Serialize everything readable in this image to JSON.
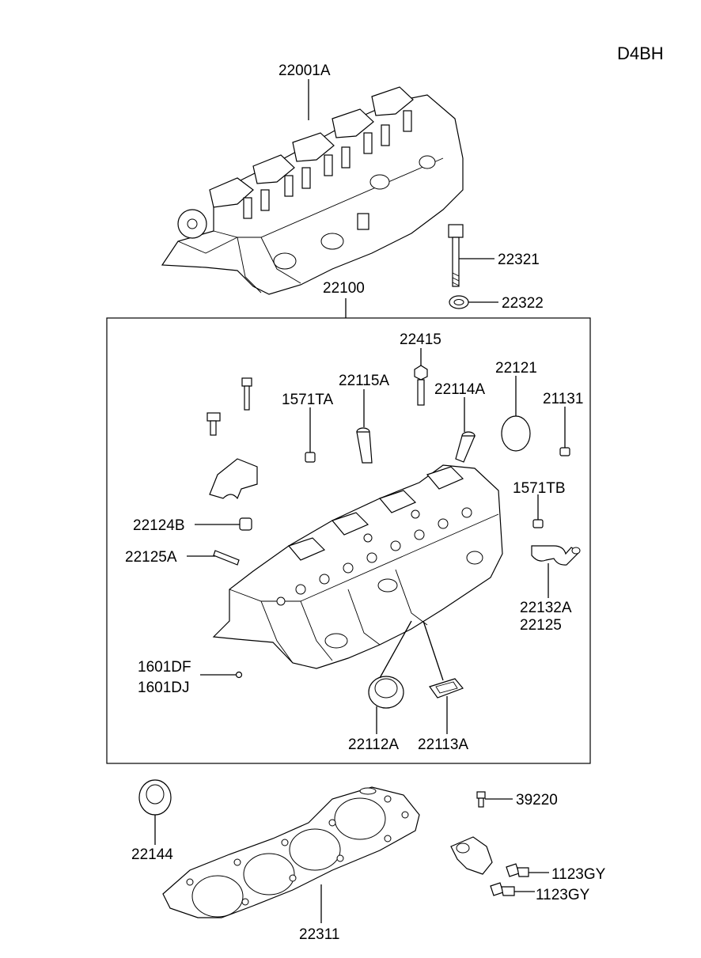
{
  "model_code": "D4BH",
  "group_label": "22100",
  "parts": {
    "rocker_assy": "22001A",
    "bolt_long": "22321",
    "washer": "22322",
    "bolt_22415": "22415",
    "guide_a": "22115A",
    "guide_b": "22114A",
    "cap": "22121",
    "plug_21131": "21131",
    "plug_1571ta": "1571TA",
    "plug_1571tb": "1571TB",
    "dowel": "22124B",
    "stud": "22125A",
    "elbow_a": "22132A",
    "elbow_b": "22125",
    "pin_a": "1601DF",
    "pin_b": "1601DJ",
    "seal_a": "22112A",
    "seal_b": "22113A",
    "oil_seal": "22144",
    "gasket": "22311",
    "sensor": "39220",
    "bolt_gy_1": "1123GY",
    "bolt_gy_2": "1123GY"
  }
}
